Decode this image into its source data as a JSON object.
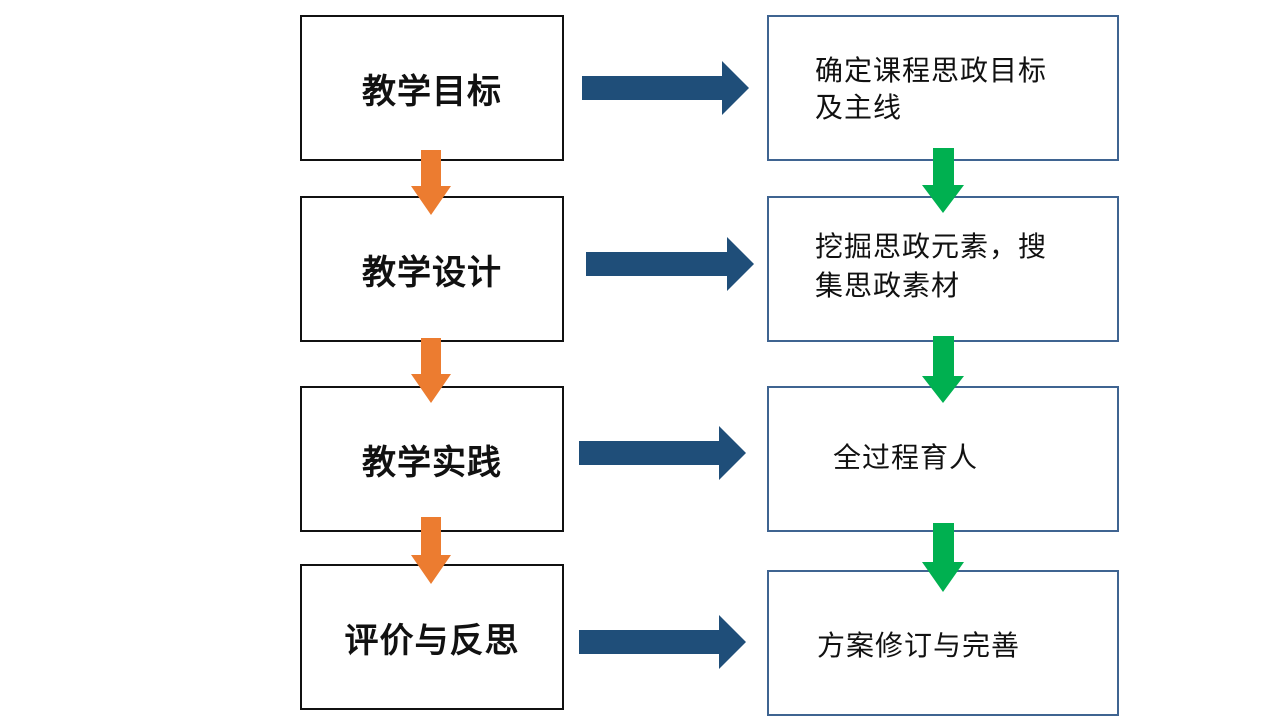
{
  "left_steps": [
    {
      "label": "教学目标"
    },
    {
      "label": "教学设计"
    },
    {
      "label": "教学实践"
    },
    {
      "label": "评价与反思"
    }
  ],
  "right_steps": [
    {
      "line1": "确定课程思政目标",
      "line2": "及主线"
    },
    {
      "line1": "挖掘思政元素，搜",
      "line2": "集思政素材"
    },
    {
      "line1": "全过程育人",
      "line2": ""
    },
    {
      "line1": "方案修订与完善",
      "line2": ""
    }
  ],
  "colors": {
    "left_arrow": "#ec7c30",
    "right_arrow": "#00b050",
    "cross_arrow": "#1f4e79",
    "right_border": "#3f6491"
  }
}
